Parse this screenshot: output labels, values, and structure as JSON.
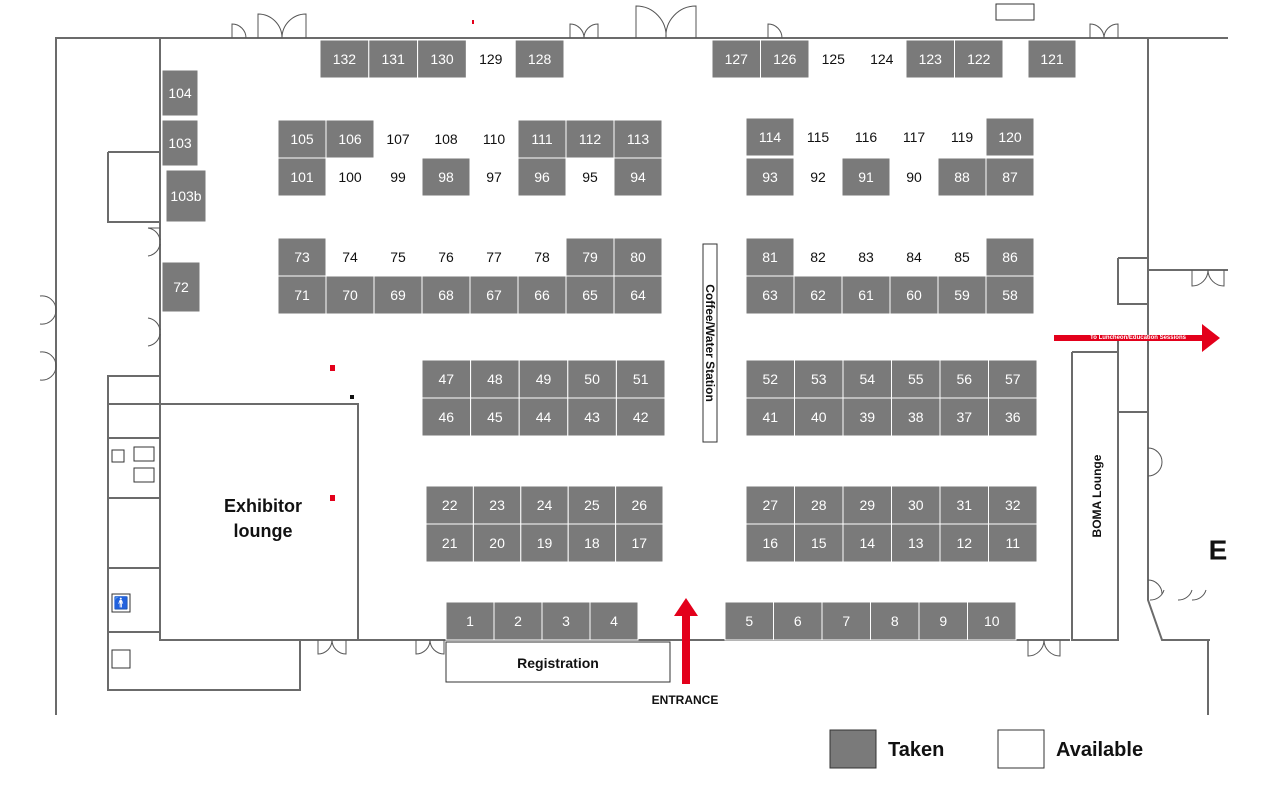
{
  "colors": {
    "taken": "#7a7a7a",
    "available": "#ffffff",
    "taken_text": "#ffffff",
    "available_text": "#111111",
    "arrow": "#e3001b",
    "wall": "#6b6b6b"
  },
  "booths": [
    {
      "n": "132",
      "s": "taken"
    },
    {
      "n": "131",
      "s": "taken"
    },
    {
      "n": "130",
      "s": "taken"
    },
    {
      "n": "129",
      "s": "available"
    },
    {
      "n": "128",
      "s": "taken"
    },
    {
      "n": "127",
      "s": "taken"
    },
    {
      "n": "126",
      "s": "taken"
    },
    {
      "n": "125",
      "s": "available"
    },
    {
      "n": "124",
      "s": "available"
    },
    {
      "n": "123",
      "s": "taken"
    },
    {
      "n": "122",
      "s": "taken"
    },
    {
      "n": "121",
      "s": "taken"
    },
    {
      "n": "104",
      "s": "taken"
    },
    {
      "n": "103",
      "s": "taken"
    },
    {
      "n": "103b",
      "s": "taken"
    },
    {
      "n": "72",
      "s": "taken"
    },
    {
      "n": "105",
      "s": "taken"
    },
    {
      "n": "106",
      "s": "taken"
    },
    {
      "n": "107",
      "s": "available"
    },
    {
      "n": "108",
      "s": "available"
    },
    {
      "n": "110",
      "s": "available"
    },
    {
      "n": "111",
      "s": "taken"
    },
    {
      "n": "112",
      "s": "taken"
    },
    {
      "n": "113",
      "s": "taken"
    },
    {
      "n": "101",
      "s": "taken"
    },
    {
      "n": "100",
      "s": "available"
    },
    {
      "n": "99",
      "s": "available"
    },
    {
      "n": "98",
      "s": "taken"
    },
    {
      "n": "97",
      "s": "available"
    },
    {
      "n": "96",
      "s": "taken"
    },
    {
      "n": "95",
      "s": "available"
    },
    {
      "n": "94",
      "s": "taken"
    },
    {
      "n": "114",
      "s": "taken"
    },
    {
      "n": "115",
      "s": "available"
    },
    {
      "n": "116",
      "s": "available"
    },
    {
      "n": "117",
      "s": "available"
    },
    {
      "n": "119",
      "s": "available"
    },
    {
      "n": "120",
      "s": "taken"
    },
    {
      "n": "93",
      "s": "taken"
    },
    {
      "n": "92",
      "s": "available"
    },
    {
      "n": "91",
      "s": "taken"
    },
    {
      "n": "90",
      "s": "available"
    },
    {
      "n": "88",
      "s": "taken"
    },
    {
      "n": "87",
      "s": "taken"
    },
    {
      "n": "73",
      "s": "taken"
    },
    {
      "n": "74",
      "s": "available"
    },
    {
      "n": "75",
      "s": "available"
    },
    {
      "n": "76",
      "s": "available"
    },
    {
      "n": "77",
      "s": "available"
    },
    {
      "n": "78",
      "s": "available"
    },
    {
      "n": "79",
      "s": "taken"
    },
    {
      "n": "80",
      "s": "taken"
    },
    {
      "n": "71",
      "s": "taken"
    },
    {
      "n": "70",
      "s": "taken"
    },
    {
      "n": "69",
      "s": "taken"
    },
    {
      "n": "68",
      "s": "taken"
    },
    {
      "n": "67",
      "s": "taken"
    },
    {
      "n": "66",
      "s": "taken"
    },
    {
      "n": "65",
      "s": "taken"
    },
    {
      "n": "64",
      "s": "taken"
    },
    {
      "n": "81",
      "s": "taken"
    },
    {
      "n": "82",
      "s": "available"
    },
    {
      "n": "83",
      "s": "available"
    },
    {
      "n": "84",
      "s": "available"
    },
    {
      "n": "85",
      "s": "available"
    },
    {
      "n": "86",
      "s": "taken"
    },
    {
      "n": "63",
      "s": "taken"
    },
    {
      "n": "62",
      "s": "taken"
    },
    {
      "n": "61",
      "s": "taken"
    },
    {
      "n": "60",
      "s": "taken"
    },
    {
      "n": "59",
      "s": "taken"
    },
    {
      "n": "58",
      "s": "taken"
    },
    {
      "n": "47",
      "s": "taken"
    },
    {
      "n": "48",
      "s": "taken"
    },
    {
      "n": "49",
      "s": "taken"
    },
    {
      "n": "50",
      "s": "taken"
    },
    {
      "n": "51",
      "s": "taken"
    },
    {
      "n": "46",
      "s": "taken"
    },
    {
      "n": "45",
      "s": "taken"
    },
    {
      "n": "44",
      "s": "taken"
    },
    {
      "n": "43",
      "s": "taken"
    },
    {
      "n": "42",
      "s": "taken"
    },
    {
      "n": "52",
      "s": "taken"
    },
    {
      "n": "53",
      "s": "taken"
    },
    {
      "n": "54",
      "s": "taken"
    },
    {
      "n": "55",
      "s": "taken"
    },
    {
      "n": "56",
      "s": "taken"
    },
    {
      "n": "57",
      "s": "taken"
    },
    {
      "n": "41",
      "s": "taken"
    },
    {
      "n": "40",
      "s": "taken"
    },
    {
      "n": "39",
      "s": "taken"
    },
    {
      "n": "38",
      "s": "taken"
    },
    {
      "n": "37",
      "s": "taken"
    },
    {
      "n": "36",
      "s": "taken"
    },
    {
      "n": "22",
      "s": "taken"
    },
    {
      "n": "23",
      "s": "taken"
    },
    {
      "n": "24",
      "s": "taken"
    },
    {
      "n": "25",
      "s": "taken"
    },
    {
      "n": "26",
      "s": "taken"
    },
    {
      "n": "21",
      "s": "taken"
    },
    {
      "n": "20",
      "s": "taken"
    },
    {
      "n": "19",
      "s": "taken"
    },
    {
      "n": "18",
      "s": "taken"
    },
    {
      "n": "17",
      "s": "taken"
    },
    {
      "n": "27",
      "s": "taken"
    },
    {
      "n": "28",
      "s": "taken"
    },
    {
      "n": "29",
      "s": "taken"
    },
    {
      "n": "30",
      "s": "taken"
    },
    {
      "n": "31",
      "s": "taken"
    },
    {
      "n": "32",
      "s": "taken"
    },
    {
      "n": "16",
      "s": "taken"
    },
    {
      "n": "15",
      "s": "taken"
    },
    {
      "n": "14",
      "s": "taken"
    },
    {
      "n": "13",
      "s": "taken"
    },
    {
      "n": "12",
      "s": "taken"
    },
    {
      "n": "11",
      "s": "taken"
    },
    {
      "n": "1",
      "s": "taken"
    },
    {
      "n": "2",
      "s": "taken"
    },
    {
      "n": "3",
      "s": "taken"
    },
    {
      "n": "4",
      "s": "taken"
    },
    {
      "n": "5",
      "s": "taken"
    },
    {
      "n": "6",
      "s": "taken"
    },
    {
      "n": "7",
      "s": "taken"
    },
    {
      "n": "8",
      "s": "taken"
    },
    {
      "n": "9",
      "s": "taken"
    },
    {
      "n": "10",
      "s": "taken"
    }
  ],
  "labels": {
    "exhibitor_lounge_line1": "Exhibitor",
    "exhibitor_lounge_line2": "lounge",
    "boma_lounge": "BOMA Lounge",
    "coffee_station": "Coffee/Water Station",
    "registration": "Registration",
    "entrance": "ENTRANCE",
    "luncheon_arrow": "To Luncheon/Education Sessions",
    "edge_letter": "E"
  },
  "legend": {
    "taken": "Taken",
    "available": "Available"
  }
}
